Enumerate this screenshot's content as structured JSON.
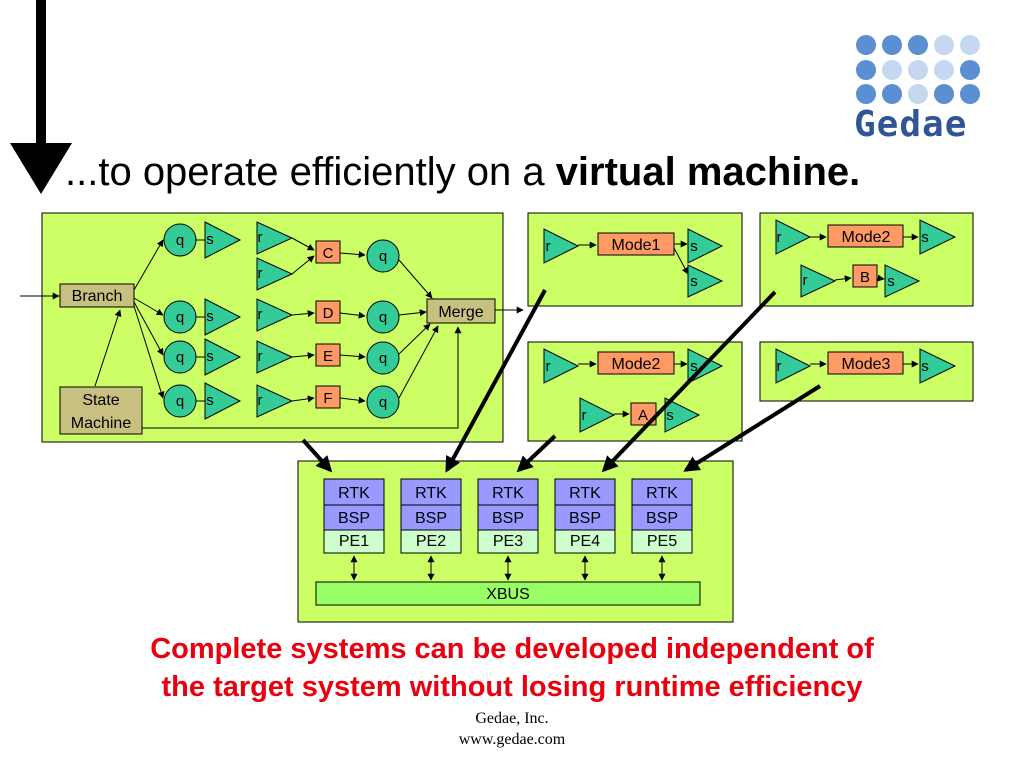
{
  "slide": {
    "title_normal": "...to operate efficiently on a ",
    "title_bold": "virtual machine.",
    "logo_text": "Gedae",
    "caption_line1": "Complete systems can be developed independent of",
    "caption_line2": "the target system without losing runtime efficiency",
    "footer_line1": "Gedae, Inc.",
    "footer_line2": "www.gedae.com"
  },
  "colors": {
    "panel_fill": "#ccff66",
    "queue_fill": "#33cc99",
    "tri_fill": "#33cc99",
    "orange_fill": "#ff9966",
    "tan_fill": "#c8c080",
    "pe_purple": "#9999ff",
    "pe_green": "#ccffcc",
    "xbus_fill": "#99ff66",
    "logo_blue": "#5b8fd1",
    "logo_light": "#c5d8f0",
    "caption_red": "#e8000f"
  },
  "diagram": {
    "branch": "Branch",
    "state_machine_line1": "State",
    "state_machine_line2": "Machine",
    "merge": "Merge",
    "queue_label": "q",
    "source_label": "r",
    "sink_label": "s",
    "proc_c": "C",
    "proc_d": "D",
    "proc_e": "E",
    "proc_f": "F",
    "mode1": "Mode1",
    "mode2": "Mode2",
    "mode3": "Mode3",
    "box_a": "A",
    "box_b": "B",
    "rtk": "RTK",
    "bsp": "BSP",
    "pes": [
      "PE1",
      "PE2",
      "PE3",
      "PE4",
      "PE5"
    ],
    "xbus": "XBUS"
  }
}
